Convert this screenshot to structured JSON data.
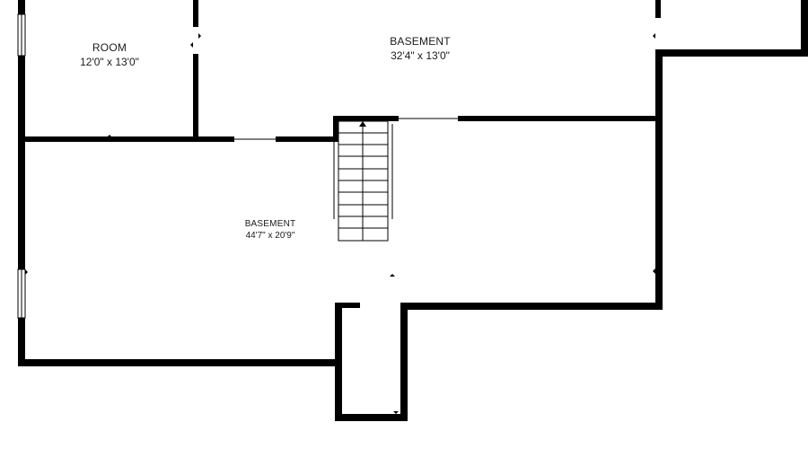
{
  "rooms": [
    {
      "name": "ROOM",
      "dimensions": "12'0\" x 13'0\""
    },
    {
      "name": "BASEMENT",
      "dimensions": "32'4\" x 13'0\""
    },
    {
      "name": "BASEMENT",
      "dimensions": "44'7\" x 20'9\""
    }
  ],
  "colors": {
    "wall": "#000000",
    "background": "#ffffff",
    "text": "#1a1a1a"
  }
}
